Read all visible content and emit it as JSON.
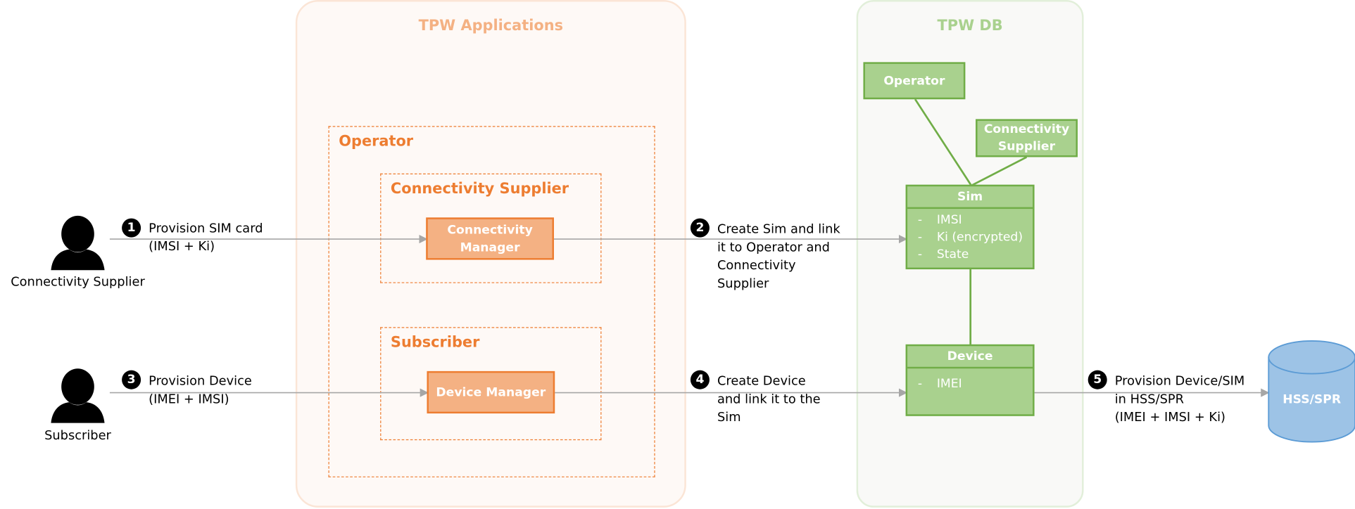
{
  "containers": {
    "applications_title": "TPW Applications",
    "db_title": "TPW DB"
  },
  "org_scopes": {
    "operator": "Operator",
    "connectivity_supplier": "Connectivity Supplier",
    "subscriber": "Subscriber"
  },
  "apps": {
    "connectivity_manager": "Connectivity\nManager",
    "device_manager": "Device Manager"
  },
  "actors": {
    "connectivity_supplier": "Connectivity Supplier",
    "subscriber": "Subscriber"
  },
  "db_entities": {
    "operator": "Operator",
    "connectivity_supplier": "Connectivity\nSupplier",
    "sim": {
      "title": "Sim",
      "attributes": [
        "IMSI",
        "Ki (encrypted)",
        "State"
      ]
    },
    "device": {
      "title": "Device",
      "attributes": [
        "IMEI"
      ]
    }
  },
  "external": {
    "hss_spr": "HSS/SPR"
  },
  "steps": [
    {
      "number": "1",
      "text": "Provision SIM card\n(IMSI + Ki)"
    },
    {
      "number": "2",
      "text": "Create Sim and link\nit to Operator and\nConnectivity\nSupplier"
    },
    {
      "number": "3",
      "text": "Provision Device\n(IMEI + IMSI)"
    },
    {
      "number": "4",
      "text": "Create Device\nand link it to the\nSim"
    },
    {
      "number": "5",
      "text": "Provision Device/SIM\nin HSS/SPR\n(IMEI + IMSI + Ki)"
    }
  ],
  "attr_bullet": "-",
  "colors": {
    "app_accent": "#ed7d31",
    "app_fill": "#f4b183",
    "db_accent": "#70ad47",
    "db_fill": "#a9d18e",
    "hss_fill": "#9dc3e6",
    "hss_stroke": "#5b9bd5",
    "arrow": "#a6a6a6"
  }
}
